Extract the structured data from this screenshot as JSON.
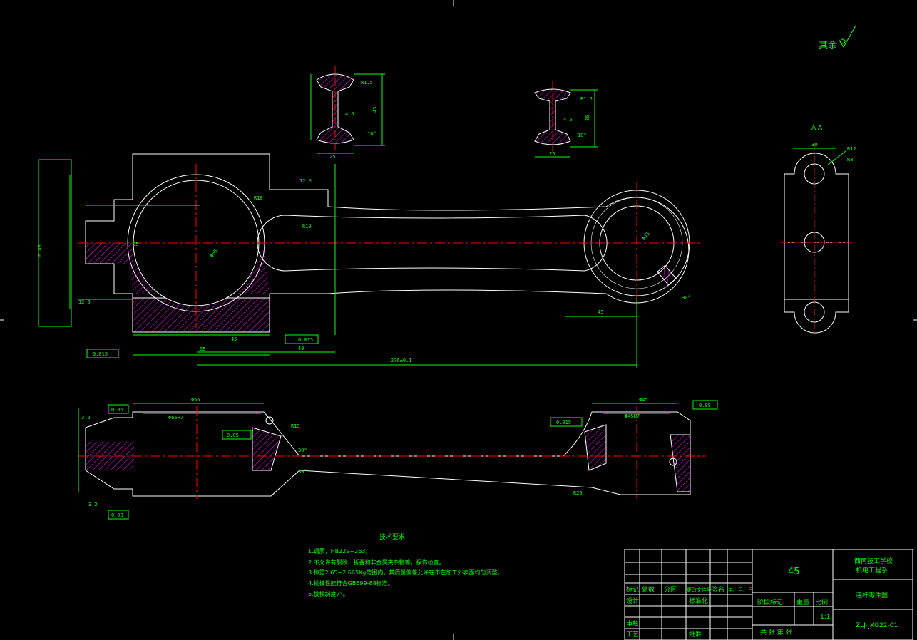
{
  "colors": {
    "background": "#000000",
    "outline": "#ffffff",
    "dimension": "#00ff00",
    "centerline": "#ff0000",
    "hatch": "#ff00ff"
  },
  "roughness_note": "其余",
  "section_label": "A-A",
  "dims": {
    "sec1_w": "25",
    "sec1_h": "43",
    "sec1_t": "4.5",
    "sec1_r": "R1.5",
    "sec1_ang": "10°",
    "sec2_w": "25",
    "sec2_h": "36",
    "sec2_t": "4.5",
    "sec2_r": "R1.5",
    "sec2_ang": "10°",
    "center_distance": "276±0.1",
    "len_45": "45",
    "len_40": "40",
    "len_45b": "45",
    "len_65": "65",
    "dia_65": "Φ65",
    "dia_65_tol": "Φ65H7",
    "dia_45": "Φ45",
    "dia_45_tol": "Φ45H7",
    "r_18": "R18",
    "r_10": "R10",
    "r_25": "R25",
    "dim_25": "25",
    "dim_12_5": "12.5",
    "dim_3_2": "3.2",
    "aa_w": "30",
    "aa_r1": "R12",
    "aa_r2": "R8",
    "r_15": "R15",
    "ang_30": "30°",
    "ang_90": "90°"
  },
  "tolerances": {
    "flat": "0.015",
    "par": "0.03",
    "perp": "0.015",
    "per2": "0.05",
    "per3": "0.03",
    "flat2": "0.05"
  },
  "notes": {
    "title": "技术要求",
    "lines": [
      "1.调质，HB229~263。",
      "2.不允许有裂纹、折叠和非金属夹杂物等，探伤检查。",
      "3.称重2.65~2.665Kg范围内，其质量偏差允许在不在加工外表面均匀调整。",
      "4.机械性能符合GB699-88标准。",
      "5.拔模斜度7°。"
    ]
  },
  "titleblock": {
    "material": "45",
    "school": "西南技工学校",
    "dept": "机电工程系",
    "part_name": "连杆零件图",
    "drawing_no": "ZLJ-JXG22-01",
    "scale": "1:1",
    "scale_label": "比例",
    "weight_label": "重量",
    "stage_label": "阶段标记",
    "h_mark": "标记",
    "h_count": "处数",
    "h_zone": "分区",
    "h_doc": "更改文件号",
    "h_sign": "签名",
    "h_date": "年、月、日",
    "design": "设计",
    "standard": "标准化",
    "review": "审核",
    "process": "工艺",
    "approve": "批准",
    "sheets": "共  张  第  张"
  }
}
